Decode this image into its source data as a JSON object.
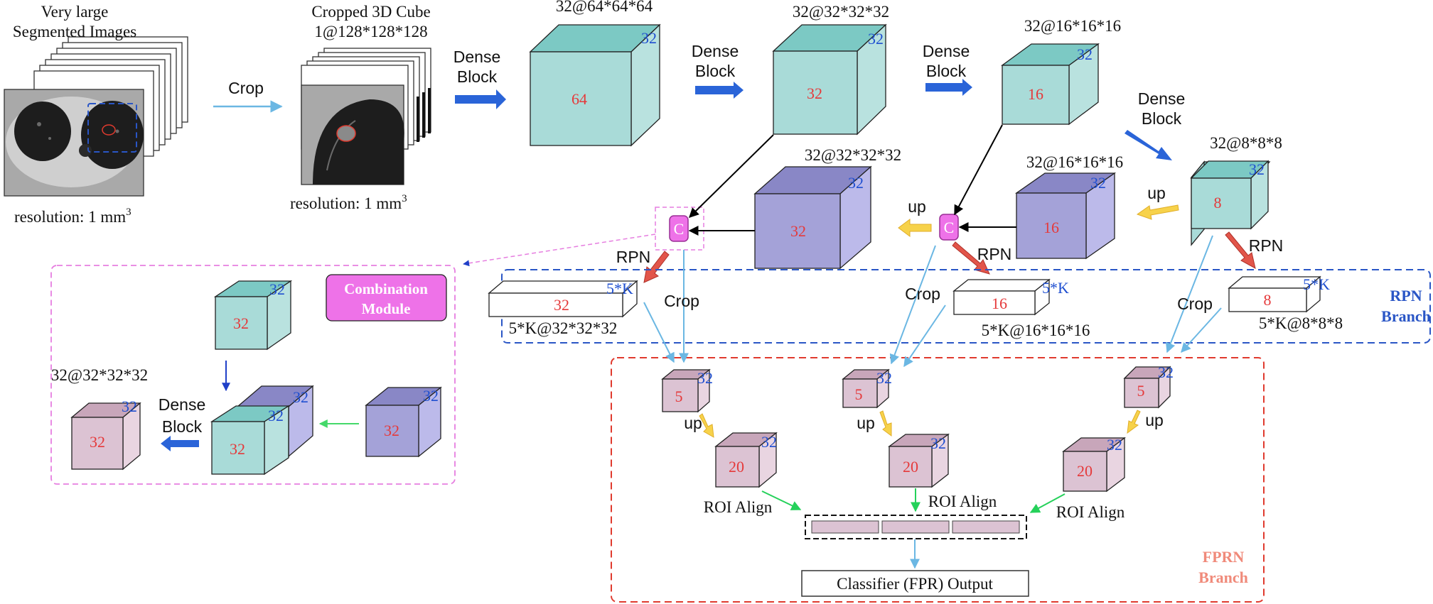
{
  "input": {
    "title_line1": "Very large",
    "title_line2": "Segmented Images",
    "resolution": "resolution: 1 mm",
    "resolution_exp": "3"
  },
  "crop_step": {
    "arrow_label": "Crop"
  },
  "cropped": {
    "title_line1": "Cropped 3D Cube",
    "title_line2": "1@128*128*128",
    "resolution": "resolution: 1 mm",
    "resolution_exp": "3"
  },
  "dense_block": {
    "line1": "Dense",
    "line2": "Block"
  },
  "encoder": [
    {
      "dims": "32@64*64*64",
      "channels": "32",
      "size": "64"
    },
    {
      "dims": "32@32*32*32",
      "channels": "32",
      "size": "32"
    },
    {
      "dims": "32@16*16*16",
      "channels": "32",
      "size": "16"
    },
    {
      "dims": "32@8*8*8",
      "channels": "32",
      "size": "8"
    }
  ],
  "decoder": [
    {
      "dims": "32@32*32*32",
      "channels": "32",
      "size": "32"
    },
    {
      "dims": "32@16*16*16",
      "channels": "32",
      "size": "16"
    }
  ],
  "concat_symbol": "C",
  "up_label": "up",
  "rpn_label": "RPN",
  "crop_label": "Crop",
  "rpn_outputs": [
    {
      "size": "32",
      "channels": "5*K",
      "dims": "5*K@32*32*32"
    },
    {
      "size": "16",
      "channels": "5*K",
      "dims": "5*K@16*16*16"
    },
    {
      "size": "8",
      "channels": "5*K",
      "dims": "5*K@8*8*8"
    }
  ],
  "rpn_branch": {
    "line1": "RPN",
    "line2": "Branch"
  },
  "fprn_branch": {
    "line1": "FPRN",
    "line2": "Branch"
  },
  "fprn": {
    "small_cubes": [
      {
        "size": "5",
        "channels": "32"
      },
      {
        "size": "5",
        "channels": "32"
      },
      {
        "size": "5",
        "channels": "32"
      }
    ],
    "big_cubes": [
      {
        "size": "20",
        "channels": "32"
      },
      {
        "size": "20",
        "channels": "32"
      },
      {
        "size": "20",
        "channels": "32"
      }
    ],
    "roi_align": "ROI Align",
    "classifier": "Classifier (FPR) Output"
  },
  "combination": {
    "title_line1": "Combination",
    "title_line2": "Module",
    "top_cube": {
      "size": "32",
      "channels": "32"
    },
    "stack_front": {
      "size": "32",
      "channels": "32"
    },
    "stack_back": {
      "channels": "32"
    },
    "purple_cube": {
      "size": "32",
      "channels": "32"
    },
    "out_cube": {
      "size": "32",
      "channels": "32",
      "dims": "32@32*32*32"
    }
  },
  "colors": {
    "teal_front": "#a9dbd8",
    "teal_top": "#7cc9c4",
    "teal_side": "#b9e2df",
    "purple_front": "#a4a2d8",
    "purple_top": "#8987c6",
    "purple_side": "#bcbaea",
    "pink_front": "#dcc3d3",
    "pink_top": "#c8a6ba",
    "pink_side": "#e9d5e1",
    "channel_text": "#1f4fd0",
    "size_text": "#e5393a",
    "rpn_dash": "#2a56c6",
    "fprn_dash": "#e03a2e",
    "combo_dash": "#e67ee0",
    "combo_fill": "#ee72e8",
    "fprn_title": "#f08a7a"
  }
}
